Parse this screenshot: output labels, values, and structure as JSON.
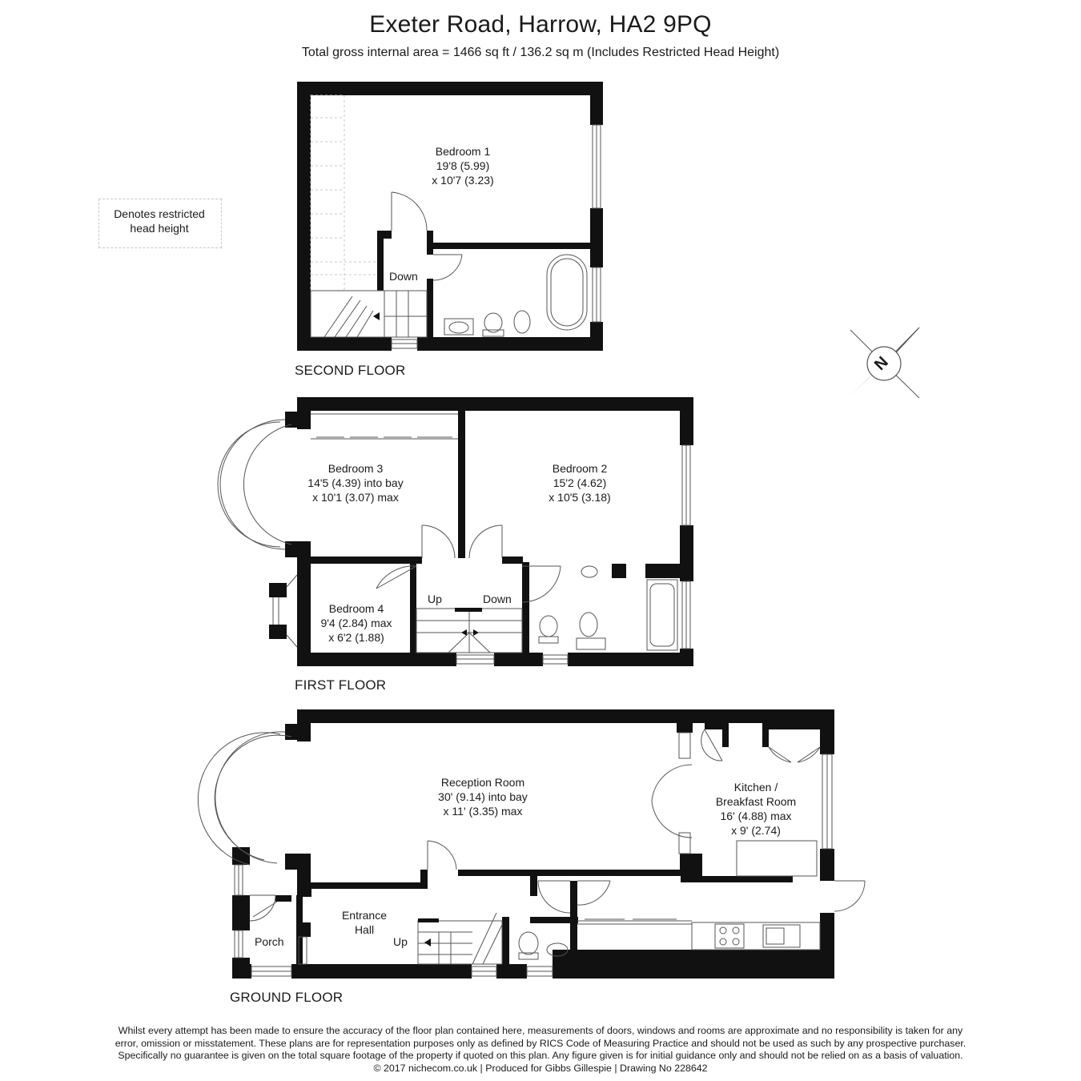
{
  "header": {
    "title": "Exeter Road, Harrow, HA2 9PQ",
    "subtitle": "Total gross internal area =  1466 sq ft / 136.2  sq m (Includes Restricted Head Height)"
  },
  "legend": {
    "line1": "Denotes restricted",
    "line2": "head height"
  },
  "compass": {
    "label": "N"
  },
  "floors": {
    "second": {
      "label": "SECOND FLOOR",
      "bedroom1": {
        "name": "Bedroom 1",
        "dim1": "19'8 (5.99)",
        "dim2": "x 10'7 (3.23)"
      },
      "down": "Down"
    },
    "first": {
      "label": "FIRST FLOOR",
      "bedroom3": {
        "name": "Bedroom 3",
        "dim1": "14'5 (4.39) into bay",
        "dim2": "x 10'1 (3.07) max"
      },
      "bedroom2": {
        "name": "Bedroom 2",
        "dim1": "15'2 (4.62)",
        "dim2": "x 10'5 (3.18)"
      },
      "bedroom4": {
        "name": "Bedroom 4",
        "dim1": "9'4 (2.84) max",
        "dim2": "x 6'2 (1.88)"
      },
      "up": "Up",
      "down": "Down"
    },
    "ground": {
      "label": "GROUND FLOOR",
      "reception": {
        "name": "Reception Room",
        "dim1": "30' (9.14) into bay",
        "dim2": "x 11' (3.35) max"
      },
      "kitchen": {
        "name1": "Kitchen /",
        "name2": "Breakfast Room",
        "dim1": "16' (4.88) max",
        "dim2": "x 9' (2.74)"
      },
      "hall": {
        "line1": "Entrance",
        "line2": "Hall"
      },
      "porch": "Porch",
      "up": "Up"
    }
  },
  "disclaimer": {
    "line1": "Whilst every attempt has been made to ensure the accuracy of the floor plan contained here, measurements of doors, windows and rooms are approximate and no responsibility is taken for any",
    "line2": "error, omission or misstatement. These plans are for representation purposes only as defined by RICS Code of Measuring Practice and should not be used as such by any prospective purchaser.",
    "line3": "Specifically no guarantee is given on the total square footage of the property if quoted on this plan. Any figure given is for initial guidance only and should not be relied on as a basis of valuation.",
    "line4": "© 2017 nichecom.co.uk  |  Produced for Gibbs Gillespie  |  Drawing No 228642"
  },
  "colors": {
    "wall": "#111111",
    "fixture": "#555555",
    "dashed": "#c8c8c8"
  }
}
